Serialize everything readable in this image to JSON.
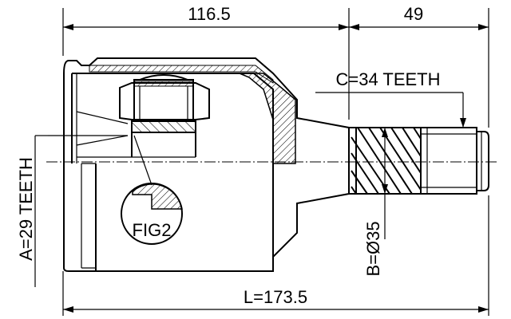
{
  "dimensions": {
    "top_left": "116.5",
    "top_right": "49",
    "spline_outer": "C=34 TEETH",
    "spline_inner": "A=29 TEETH",
    "shaft_diameter": "B=Ø35",
    "total_length": "L=173.5"
  },
  "figure_label": "FIG2"
}
